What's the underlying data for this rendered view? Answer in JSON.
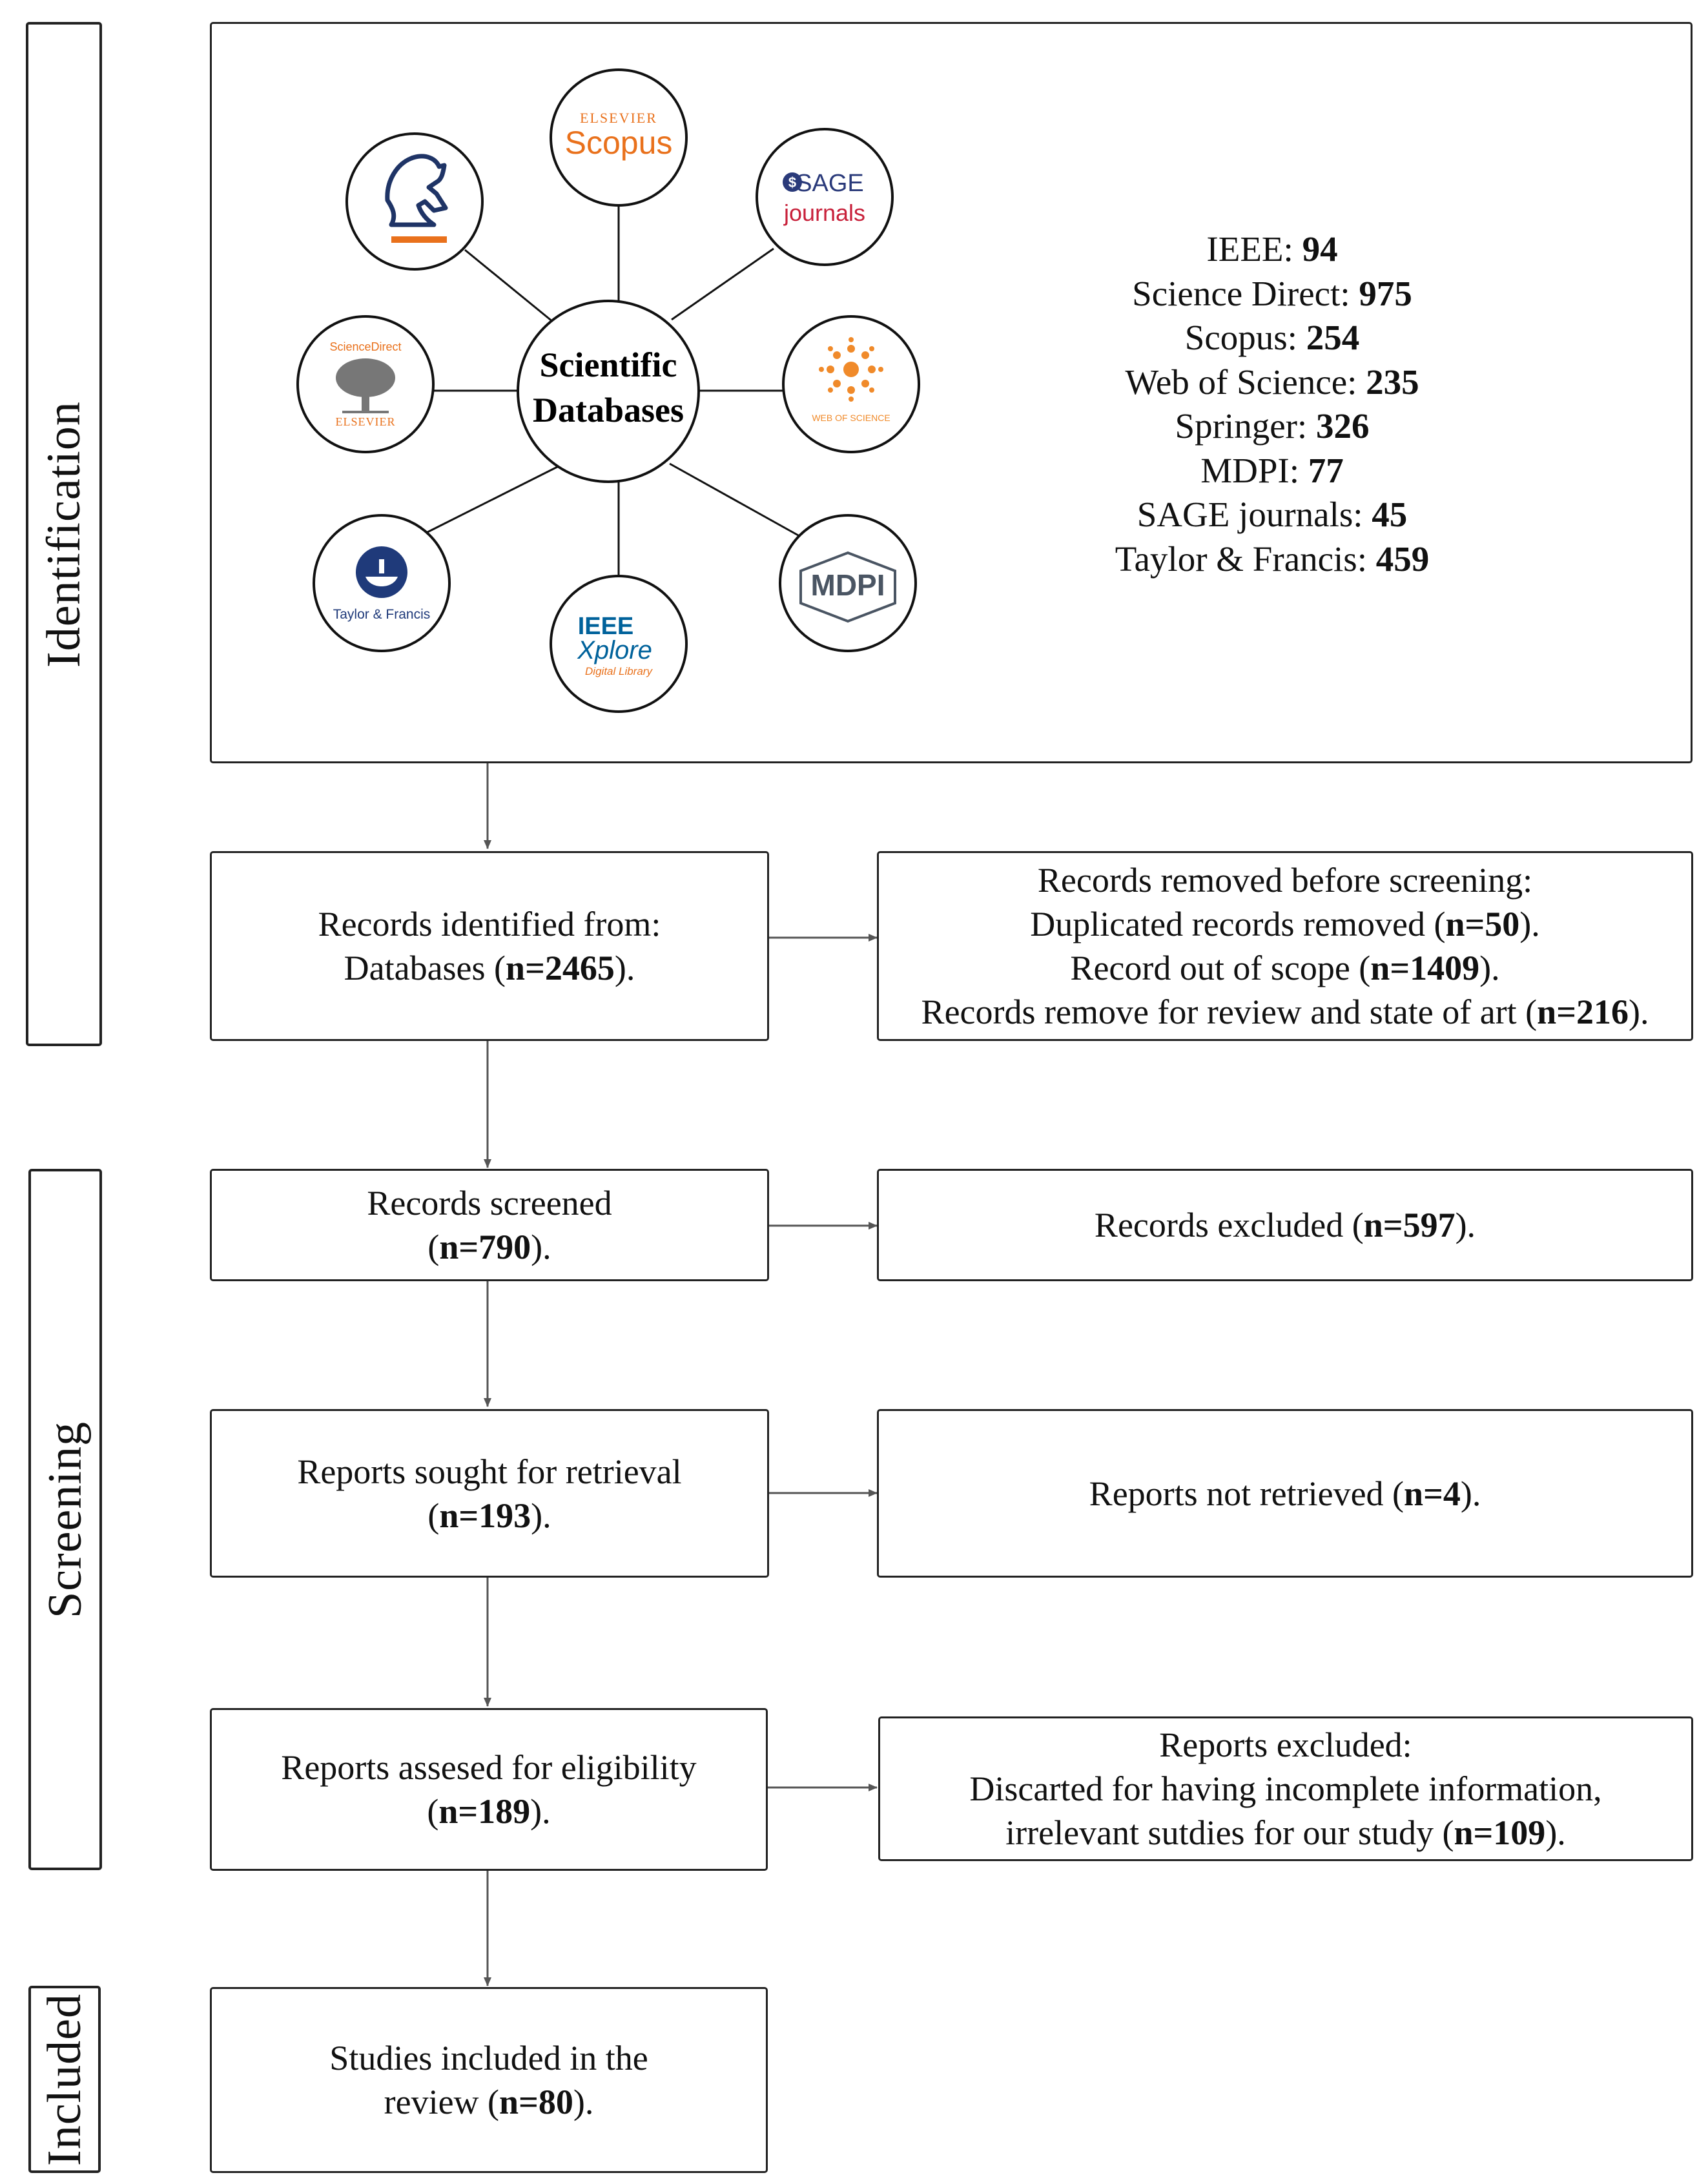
{
  "phases": {
    "identification": "Identification",
    "screening": "Screening",
    "included": "Included"
  },
  "hub": {
    "line1": "Scientific",
    "line2": "Databases"
  },
  "logos": {
    "scopus_top": "ELSEVIER",
    "scopus_main": "Scopus",
    "sage_main": "SAGE",
    "sage_sub": "journals",
    "sciencedirect_top": "ScienceDirect",
    "sciencedirect_bottom": "ELSEVIER",
    "wos_text": "WEB OF SCIENCE",
    "taylor_text": "Taylor & Francis",
    "ieee_top": "IEEE",
    "ieee_main": "Xplore",
    "ieee_sub": "Digital Library",
    "mdpi_text": "MDPI"
  },
  "db_counts": [
    {
      "name": "IEEE: ",
      "count": "94"
    },
    {
      "name": "Science Direct: ",
      "count": "975"
    },
    {
      "name": "Scopus: ",
      "count": "254"
    },
    {
      "name": "Web of Science: ",
      "count": "235"
    },
    {
      "name": "Springer: ",
      "count": "326"
    },
    {
      "name": "MDPI: ",
      "count": "77"
    },
    {
      "name": "SAGE journals: ",
      "count": "45"
    },
    {
      "name": "Taylor & Francis: ",
      "count": "459"
    }
  ],
  "records_identified": {
    "line1": "Records identified from:",
    "line2_pre": "Databases (",
    "n": "n=2465",
    "post": ")."
  },
  "records_removed": {
    "line1": "Records removed before screening:",
    "dup_pre": "Duplicated records removed (",
    "dup_n": "n=50",
    "scope_pre": "Record out of scope (",
    "scope_n": "n=1409",
    "review_pre": "Records remove for review and state of art (",
    "review_n": "n=216",
    "post": ")."
  },
  "records_screened": {
    "line1": "Records screened",
    "pre": "(",
    "n": "n=790",
    "post": ")."
  },
  "records_excluded": {
    "pre": "Records excluded (",
    "n": "n=597",
    "post": ")."
  },
  "reports_sought": {
    "line1": "Reports sought for retrieval",
    "pre": "(",
    "n": "n=193",
    "post": ")."
  },
  "reports_not_retrieved": {
    "pre": "Reports not retrieved (",
    "n": "n=4",
    "post": ")."
  },
  "reports_assessed": {
    "line1": "Reports assesed for eligibility",
    "pre": "(",
    "n": "n=189",
    "post": ")."
  },
  "reports_excluded": {
    "line1": "Reports excluded:",
    "line2": "Discarted for having incomplete information,",
    "line3_pre": "irrelevant sutdies for our study (",
    "n": "n=109",
    "post": ")."
  },
  "studies_included": {
    "line1": "Studies included in the",
    "line2_pre": "review (",
    "n": "n=80",
    "post": ")."
  },
  "colors": {
    "scopus_orange": "#e9711c",
    "sage_navy": "#2a3a7a",
    "sage_red": "#c8203a",
    "wos_orange": "#f08a2a",
    "taylor_navy": "#1f3a7a",
    "ieee_blue": "#00629b",
    "mdpi_gray": "#4a5563",
    "springer_navy": "#1f3466"
  }
}
